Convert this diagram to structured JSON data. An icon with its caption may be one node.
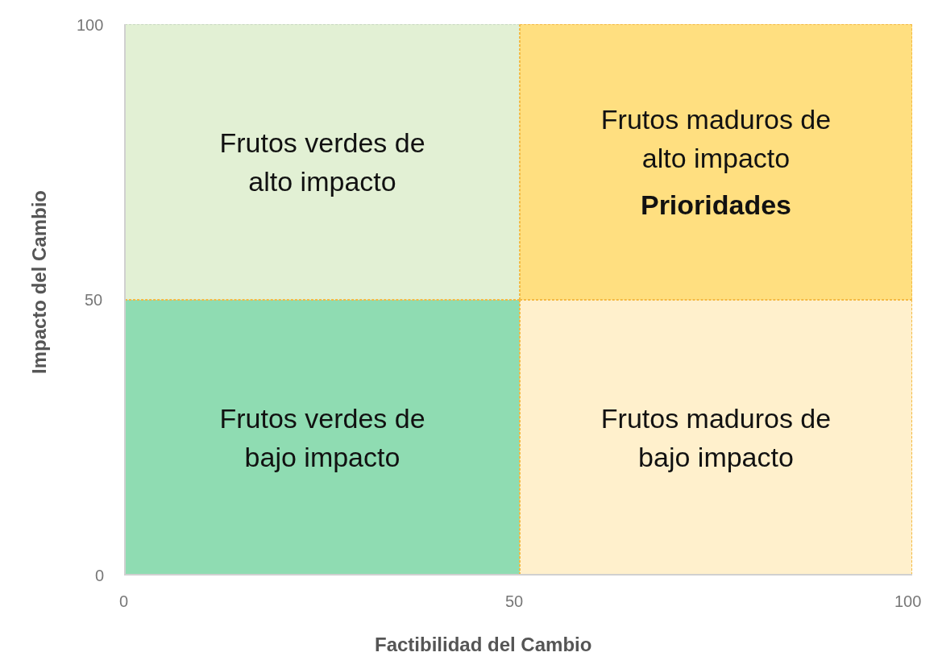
{
  "diagram": {
    "nodes": [
      {
        "text": [
          "Frutos verdes de alto impacto"
        ]
      },
      {
        "text": [
          "Frutos maduros de alto impacto",
          "Prioridades"
        ]
      },
      {
        "text": [
          "Frutos verdes de bajo impacto"
        ]
      },
      {
        "text": [
          "Frutos maduros de bajo impacto"
        ]
      }
    ],
    "edges": [],
    "labels": [
      "Impacto del Cambio",
      "100",
      "50",
      "0",
      "0",
      "50",
      "100",
      "Factibilidad del Cambio"
    ]
  }
}
